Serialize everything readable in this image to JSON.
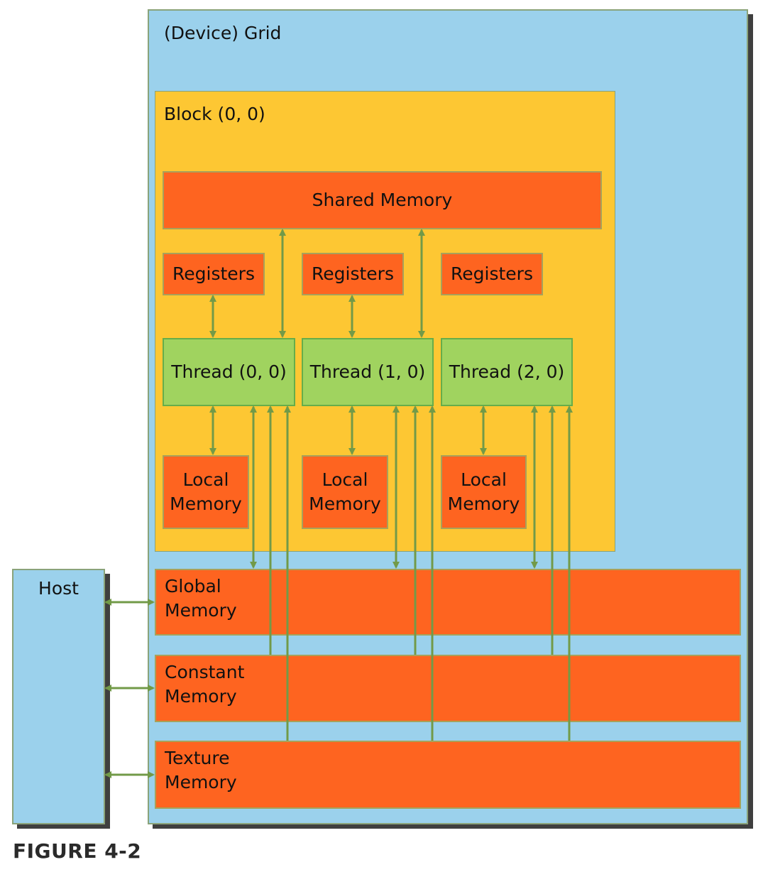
{
  "grid": {
    "label": "(Device) Grid"
  },
  "block": {
    "label": "Block (0, 0)"
  },
  "shared_memory": {
    "label": "Shared Memory"
  },
  "registers": [
    {
      "label": "Registers"
    },
    {
      "label": "Registers"
    },
    {
      "label": "Registers"
    }
  ],
  "threads": [
    {
      "label": "Thread (0, 0)"
    },
    {
      "label": "Thread (1, 0)"
    },
    {
      "label": "Thread (2, 0)"
    }
  ],
  "local_memory": [
    {
      "line1": "Local",
      "line2": "Memory"
    },
    {
      "line1": "Local",
      "line2": "Memory"
    },
    {
      "line1": "Local",
      "line2": "Memory"
    }
  ],
  "global_memory": {
    "line1": "Global",
    "line2": "Memory"
  },
  "constant_memory": {
    "line1": "Constant",
    "line2": "Memory"
  },
  "texture_memory": {
    "line1": "Texture",
    "line2": "Memory"
  },
  "host": {
    "label": "Host"
  },
  "caption": "FIGURE 4-2",
  "colors": {
    "grid_fill": "#9bd1ec",
    "block_fill": "#fdc733",
    "memory_fill": "#fe6420",
    "thread_fill": "#a0d35f",
    "arrow": "#729a48",
    "shadow": "#3f3f3f"
  }
}
